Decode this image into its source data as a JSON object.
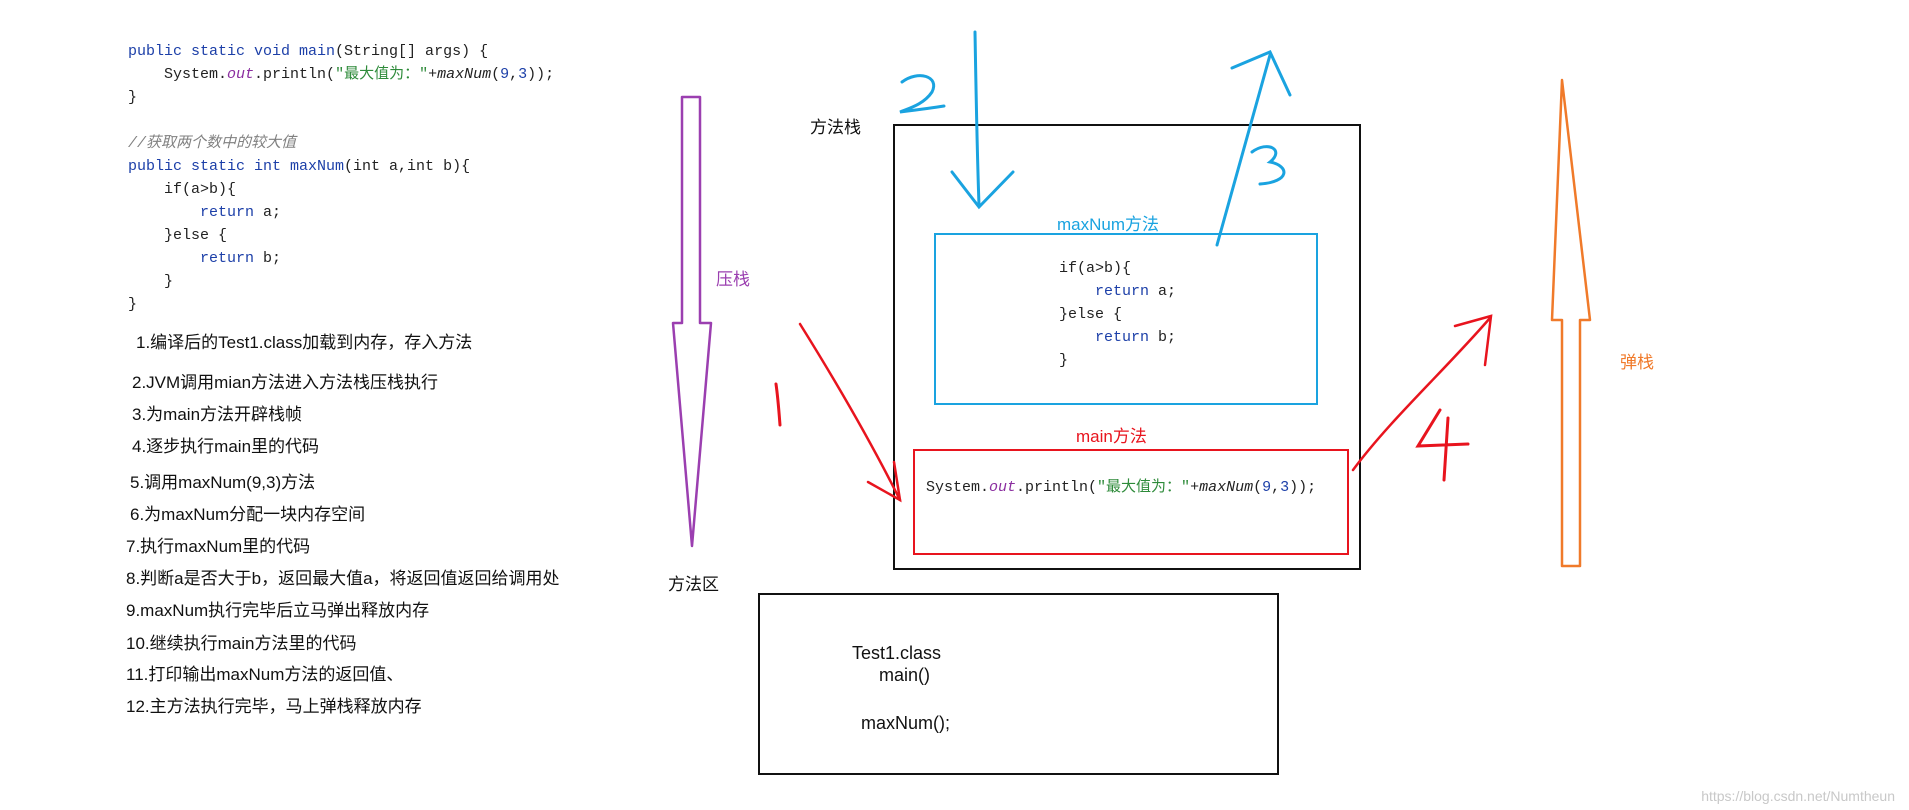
{
  "code": {
    "main_sig_kw": "public static void ",
    "main_sig_name": "main",
    "main_sig_rest": "(String[] args) {",
    "print_obj": "    System.",
    "print_out": "out",
    "print_call": ".println(",
    "print_str": "\"最大值为：\"",
    "print_plus": "+",
    "print_fn": "maxNum",
    "print_args_open": "(",
    "print_n1": "9",
    "print_comma": ",",
    "print_n2": "3",
    "print_close": "));",
    "close_brace": "}",
    "comment": "//获取两个数中的较大值",
    "max_sig_kw": "public static int ",
    "max_sig_name": "maxNum",
    "max_sig_rest": "(int a,int b){",
    "if_line": "    if(a>b){",
    "ret_a_kw": "        return",
    "ret_a_val": " a;",
    "else_line": "    }else {",
    "ret_b_kw": "        return",
    "ret_b_val": " b;",
    "inner_close": "    }",
    "outer_close": "}"
  },
  "steps": [
    "1.编译后的Test1.class加载到内存，存入方法",
    "2.JVM调用mian方法进入方法栈压栈执行",
    "3.为main方法开辟栈帧",
    "4.逐步执行main里的代码",
    "5.调用maxNum(9,3)方法",
    "6.为maxNum分配一块内存空间",
    "7.执行maxNum里的代码",
    "8.判断a是否大于b，返回最大值a，将返回值返回给调用处",
    "9.maxNum执行完毕后立马弹出释放内存",
    "10.继续执行main方法里的代码",
    "11.打印输出maxNum方法的返回值、",
    "12.主方法执行完毕，马上弹栈释放内存"
  ],
  "labels": {
    "push": "压栈",
    "pop": "弹栈",
    "method_stack": "方法栈",
    "method_area": "方法区",
    "maxnum_frame": "maxNum方法",
    "main_frame": "main方法"
  },
  "maxnum_code": {
    "if_line": "if(a>b){",
    "ret_a_kw": "    return",
    "ret_a_val": " a;",
    "else_line": "}else {",
    "ret_b_kw": "    return",
    "ret_b_val": " b;",
    "close": "}"
  },
  "main_code": {
    "obj": "System.",
    "out": "out",
    "call": ".println(",
    "str": "\"最大值为：\"",
    "plus": "+",
    "fn": "maxNum",
    "open": "(",
    "n1": "9",
    "comma": ",",
    "n2": "3",
    "close": "));"
  },
  "method_area": {
    "class_name": "Test1.class",
    "main": "main()",
    "maxnum": "maxNum();"
  },
  "step_numbers": [
    "1",
    "2",
    "3",
    "4"
  ],
  "watermark": "https://blog.csdn.net/Numtheun",
  "colors": {
    "push_arrow": "#9b3fb0",
    "pop_arrow": "#f07a2a",
    "blue": "#1aa3e0",
    "red": "#e8141e",
    "keyword": "#1c3fa8",
    "string": "#2e8b3a"
  }
}
